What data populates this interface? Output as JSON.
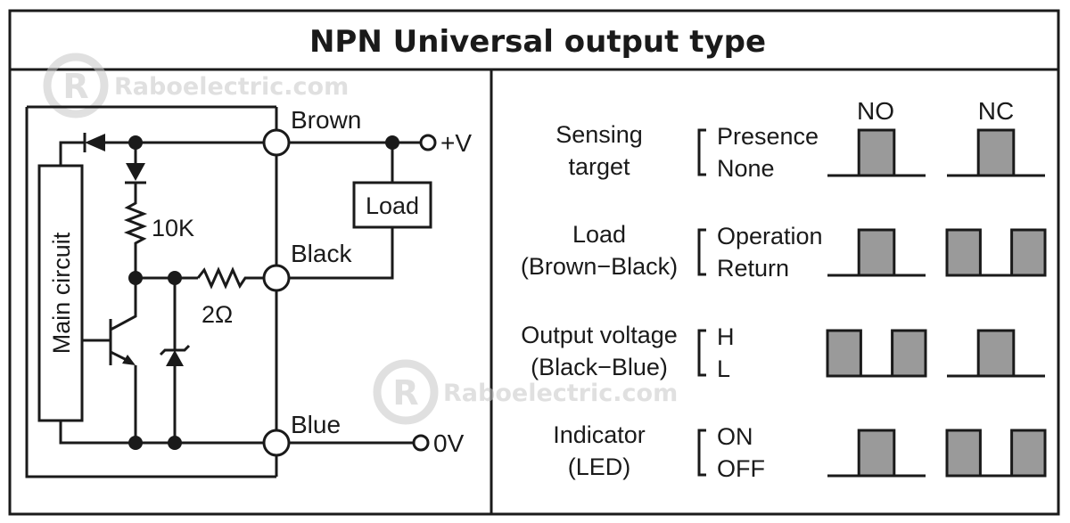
{
  "title": "NPN Universal output type",
  "watermark": "Raboelectric.com",
  "colors": {
    "line": "#1a1a1a",
    "pulse_fill": "#9a9a9a",
    "watermark": "#c8c8c8",
    "background": "#ffffff"
  },
  "circuit": {
    "main_circuit_label": "Main circuit",
    "resistor_10k": "10K",
    "resistor_2ohm": "2Ω",
    "load_label": "Load",
    "supply_plus": "+V",
    "supply_zero": "0V",
    "terminals": {
      "brown": "Brown",
      "black": "Black",
      "blue": "Blue"
    }
  },
  "timing": {
    "columns": {
      "no": "NO",
      "nc": "NC"
    },
    "rows": [
      {
        "label_lines": [
          "Sensing",
          "target"
        ],
        "states": [
          "Presence",
          "None"
        ],
        "no_pattern": "single_pulse",
        "nc_pattern": "single_pulse"
      },
      {
        "label_lines": [
          "Load",
          "(Brown−Black)"
        ],
        "states": [
          "Operation",
          "Return"
        ],
        "no_pattern": "single_pulse",
        "nc_pattern": "inverted"
      },
      {
        "label_lines": [
          "Output voltage",
          "(Black−Blue)"
        ],
        "states": [
          "H",
          "L"
        ],
        "no_pattern": "inverted",
        "nc_pattern": "single_pulse"
      },
      {
        "label_lines": [
          "Indicator",
          "(LED)"
        ],
        "states": [
          "ON",
          "OFF"
        ],
        "no_pattern": "single_pulse",
        "nc_pattern": "inverted"
      }
    ]
  }
}
